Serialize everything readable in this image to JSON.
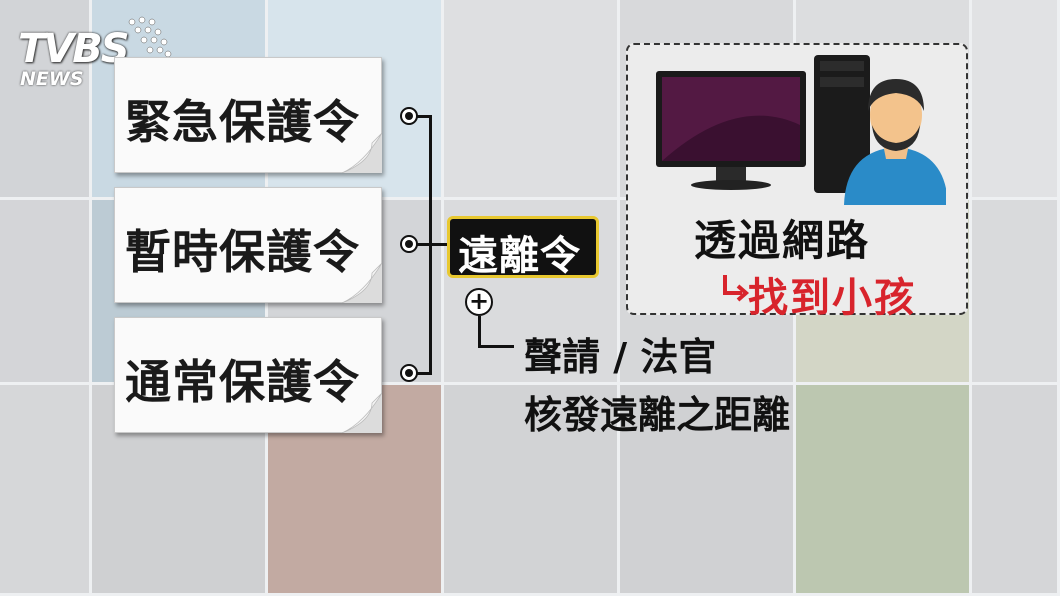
{
  "logo": {
    "primary": "TVBS",
    "secondary": "NEWS"
  },
  "cards": [
    {
      "label": "緊急保護令"
    },
    {
      "label": "暫時保護令"
    },
    {
      "label": "通常保護令"
    }
  ],
  "order": {
    "label": "遠離令"
  },
  "order_description": {
    "line1": "聲請 / 法官",
    "line2": "核發遠離之距離"
  },
  "panel": {
    "title": "透過網路",
    "subtitle": "找到小孩"
  },
  "colors": {
    "badge_border": "#e8c830",
    "highlight": "#d8242c",
    "person_shirt": "#2a8bc8"
  }
}
